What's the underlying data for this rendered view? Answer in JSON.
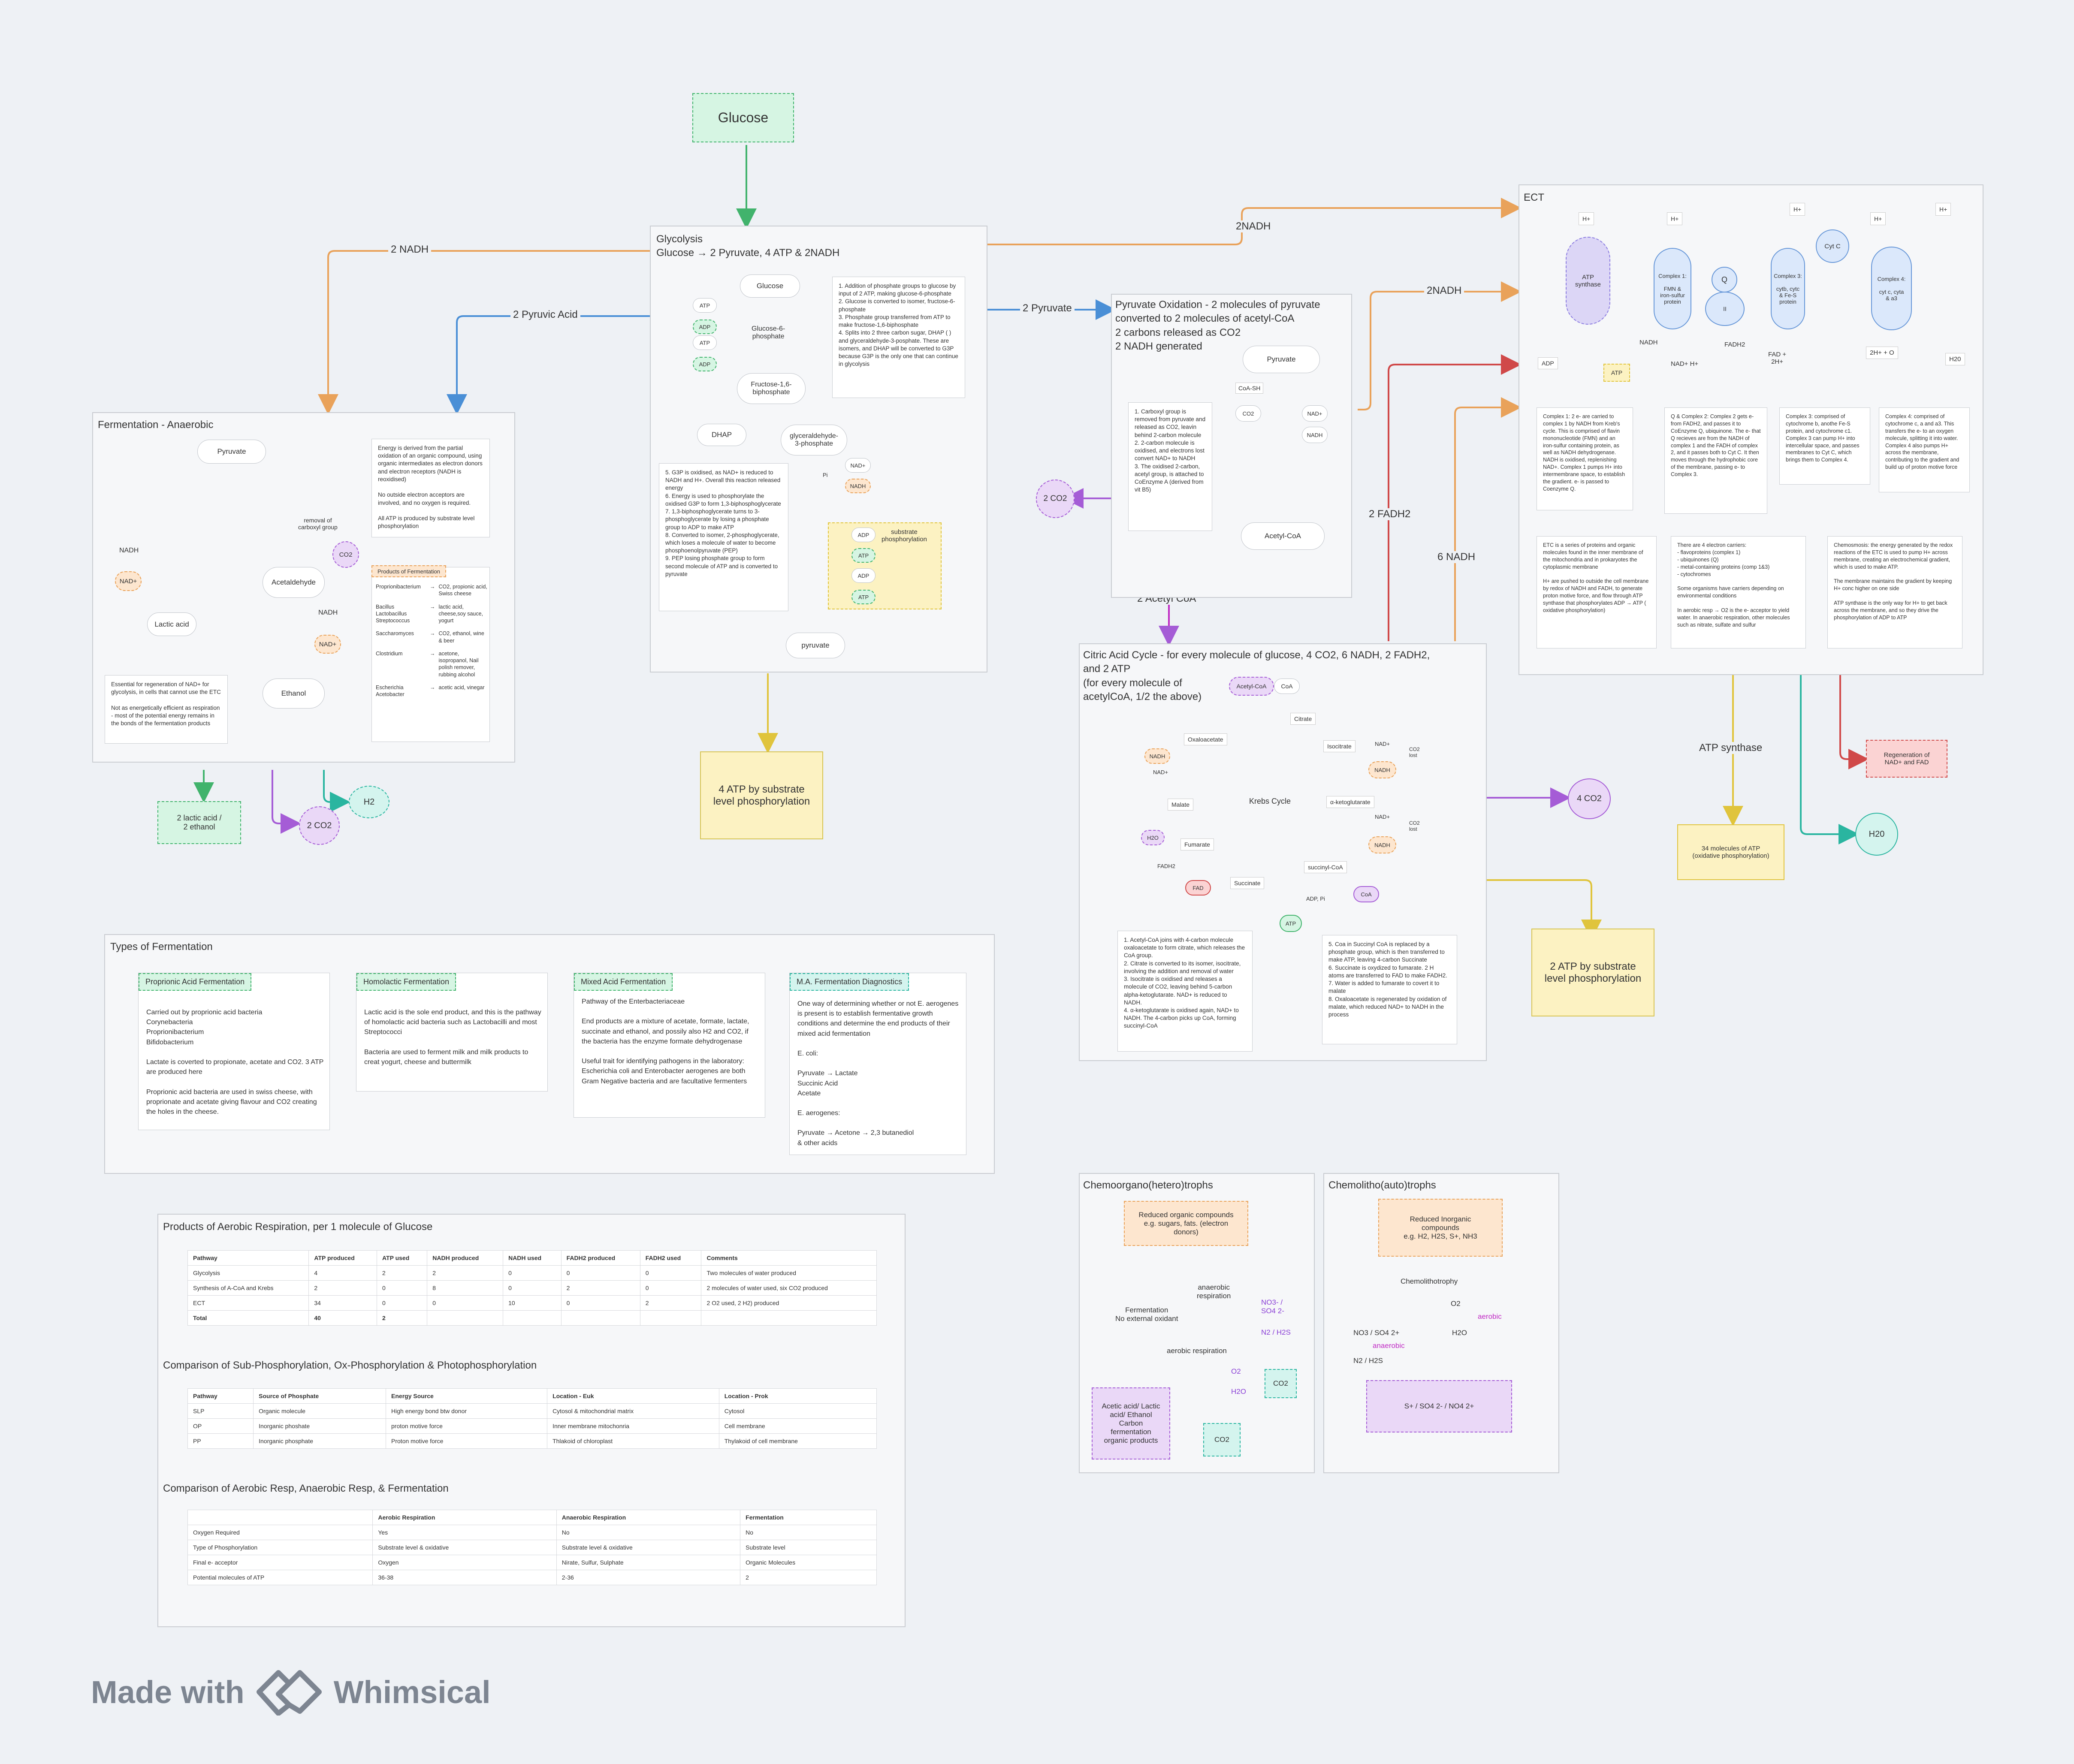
{
  "glucose": "Glucose",
  "edges": {
    "nadh_left": "2 NADH",
    "pyruvic_acid": "2 Pyruvic Acid",
    "pyruvate": "2 Pyruvate",
    "nadh_top": "2NADH",
    "nadh_right": "2NADH",
    "acetyl_coa": "2 Acetyl CoA",
    "fadh2": "2 FADH2",
    "nadh6": "6 NADH",
    "atp_synthase": "ATP synthase"
  },
  "glycolysis": {
    "title": "Glycolysis\nGlucose → 2 Pyruvate, 4 ATP & 2NADH",
    "nodes": {
      "glucose": "Glucose",
      "g6p": "Glucose-6-\nphosphate",
      "f16bp": "Fructose-1,6-\nbiphosphate",
      "dhap": "DHAP",
      "g3p": "glyceraldehyde-\n3-phosphate",
      "pyruvate": "pyruvate",
      "atp": "ATP",
      "adp": "ADP",
      "nad": "NAD+",
      "nadh": "NADH",
      "pi": "Pi",
      "substrate": "substrate\nphosphorylation"
    },
    "note1": "1. Addition of phosphate groups to glucose by input of 2 ATP, making glucose-6-phosphate\n2. Glucose is converted to isomer, fructose-6-phosphate\n3. Phosphate group transferred from ATP to make fructose-1,6-biphosphate\n4. Splits into 2 three carbon sugar, DHAP ( ) and glyceraldehyde-3-posphate. These are isomers, and DHAP will be converted to G3P because G3P is the only one that can continue in glycolysis",
    "note2": "5. G3P is oxidised, as NAD+ is reduced to NADH and H+. Overall this reaction released energy\n6. Energy is used to phosphorylate the oxidised G3P to form 1,3-biphosphoglycerate\n7. 1,3-biphosphoglycerate turns to 3-phosphoglycerate by losing a phosphate group to ADP to make ATP\n8. Converted to isomer, 2-phosphoglycerate, which loses a molecule of water to become phosphoenolpyruvate (PEP)\n9. PEP losing phosphate group to form second molecule of ATP and is converted to pyruvate"
  },
  "glycolysis_out": "4 ATP by substrate\nlevel phosphorylation",
  "fermentation": {
    "title": "Fermentation - Anaerobic",
    "pyruvate": "Pyruvate",
    "nadh": "NADH",
    "nad": "NAD+",
    "lactic": "Lactic acid",
    "acetaldehyde": "Acetaldehyde",
    "removal": "removal of\ncarboxyl group",
    "co2": "CO2",
    "ethanol": "Ethanol",
    "note_energy": "Energy is derived from the partial oxidation of an organic compound, using organic intermediates as electron donors and electron receptors (NADH is reoxidised)\n\nNo outside electron acceptors are involved, and no oxygen is required.\n\nAll ATP is produced by substrate level phosphorylation",
    "note_essential": "Essential for regeneration of NAD+ for glycolysis, in cells that cannot use the ETC\n\nNot as energetically efficient as respiration - most of the potential energy remains in the bonds of the fermentation products",
    "products_title": "Products of Fermentation",
    "products": [
      {
        "org": "Proprionibacterium",
        "prod": "CO2, propionic acid, Swiss cheese"
      },
      {
        "org": "Bacillus\nLactobacillus\nStreptococcus",
        "prod": "lactic acid, cheese,soy sauce, yogurt"
      },
      {
        "org": "Saccharomyces",
        "prod": "CO2, ethanol, wine & beer"
      },
      {
        "org": "Clostridium",
        "prod": "acetone, isopropanol, Nail polish remover, rubbing alcohol"
      },
      {
        "org": "Escherichia\nAcetobacter",
        "prod": "acetic acid, vinegar"
      }
    ],
    "out_lactic": "2 lactic acid /\n2 ethanol",
    "out_co2": "2 CO2",
    "out_h2": "H2"
  },
  "pyruvate_ox": {
    "title": "Pyruvate Oxidation - 2 molecules of pyruvate\nconverted to 2 molecules of acetyl-CoA\n2 carbons released as CO2\n2 NADH generated",
    "pyruvate": "Pyruvate",
    "coa_sh": "CoA-SH",
    "co2": "CO2",
    "nad": "NAD+",
    "nadh": "NADH",
    "acetyl": "Acetyl-CoA",
    "note": "1.  Carboxyl group is removed from pyruvate and released as CO2, leavin behind 2-carbon molecule\n2. 2-carbon molecule is oxidised, and electrons lost convert NAD+ to NADH\n3.  The oxidised 2-carbon, acetyl group, is attached to CoEnzyme A (derived from vit B5)",
    "out_co2": "2 CO2"
  },
  "krebs": {
    "title": "Citric Acid Cycle - for every molecule of glucose, 4 CO2, 6 NADH, 2 FADH2,\nand 2 ATP\n(for every molecule of\nacetylCoA, 1/2 the above)",
    "center": "Krebs Cycle",
    "nodes": {
      "acetyl": "Acetyl-CoA",
      "coa": "CoA",
      "citrate": "Citrate",
      "isocitrate": "Isocitrate",
      "akg": "α-ketoglutarate",
      "succoa": "succinyl-CoA",
      "succinate": "Succinate",
      "fumarate": "Fumarate",
      "malate": "Malate",
      "oxaloacetate": "Oxaloacetate",
      "nadh": "NADH",
      "nad": "NAD+",
      "co2lost": "CO2\nlost",
      "fadh2": "FADH2",
      "fad": "FAD",
      "h2o": "H2O",
      "adp": "ADP, Pi",
      "atp": "ATP",
      "coa2": "CoA"
    },
    "note1": "1. Acetyl-CoA joins with 4-carbon molecule oxaloacetate to form citrate, which releases the CoA group.\n2. Citrate is converted to its isomer, isocitrate, involving the addition and removal of water\n3. Isocitrate is oxidised and releases a molecule of CO2, leaving behind 5-carbon alpha-ketoglutarate. NAD+ is reduced to NADH.\n4. α-ketoglutarate is oxidised again, NAD+ to NADH. The 4-carbon picks up CoA, forming succinyl-CoA",
    "note2": "5. Coa in Succinyl CoA is replaced by a phosphate group, which is then transferred to make ATP, leaving 4-carbon Succinate\n6.  Succinate is oxydized to fumarate. 2 H atoms are transferred to FAD to make FADH2.\n7. Water is added to fumarate to covert it to malate\n8. Oxaloacetate is regenerated by oxidation of malate, which reduced NAD+ to NADH in the process",
    "out_co2": "4 CO2",
    "out_atp": "2 ATP by substrate\nlevel phosphorylation"
  },
  "etc": {
    "title": "ECT",
    "hplus": "H+",
    "atp_synthase": "ATP\nsynthase",
    "adp": "ADP",
    "atp": "ATP",
    "complex1": "Complex 1:\n\nFMN &\niron-sulfur\nprotein",
    "q": "Q",
    "ii": "II",
    "complex3": "Complex 3:\n\ncytb, cytc\n& Fe-S\nprotein",
    "cytc": "Cyt C",
    "complex4": "Complex 4:\n\ncyt c, cyta\n&   a3",
    "nadh": "NADH",
    "nad_h": "NAD+    H+",
    "fadh2": "FADH2",
    "fad": "FAD +\n2H+",
    "o2": "2H+ + O",
    "h2o": "H20",
    "notes": [
      "Complex 1:  2 e- are carried to complex 1 by NADH from Kreb's cycle. This is comprised of flavin mononucleotide (FMN) and an iron-sulfur containing protein, as well as NADH dehydrogenase. NADH is oxidised, replenishing NAD+. Complex 1 pumps H+ into intermembrane space, to establish the gradient. e- is passed to Coenzyme Q.",
      "Q & Complex 2: Complex 2 gets e- from FADH2, and passes it to CoEnzyme Q,  ubiquinone. The e- that Q recieves are from the NADH of complex 1 and the FADH of complex 2, and it passes both to Cyt C. It then moves through the hydrophobic core of the membrane, passing e- to Complex 3.",
      "Complex 3: comprised of cytochrome b, anothe Fe-S protein, and cytochrome c1. Complex 3 can pump H+ into intercellular space, and passes membranes to Cyt C, which brings them to Complex 4.",
      "Complex 4: comprised of cytochrome c, a and a3. This transfers the e- to an oxygen molecule, splitting it into water. Complex 4 also pumps H+ across the membrane, contributing to the gradient and build up of proton motive force"
    ],
    "notes2": [
      "ETC is a series of proteins and organic molecules found in the inner membrane of the mitochondria and in prokaryotes the cytoplasmic membrane\n\nH+ are pushed to outside the cell membrane by redox of NADH and FADH, to generate proton motive force, and flow through ATP synthase that phosphorylates ADP → ATP ( oxidative phosphorylation)",
      "There are 4 electron carriers:\n- flavoproteins (complex 1)\n- ubiquinones (Q)\n- metal-containing proteins (comp 1&3)\n- cytochromes\n\nSome organisms have carriers depending on environmental conditions\n\nIn aerobic resp → O2 is the e- acceptor to yield water. In anaerobic respiration, other molecules such as nitrate, sulfate and sulfur",
      "Chemosmosis: the energy generated by the redox reactions of the ETC is used to pump H+ across membrane, creating an electrochemical gradient, which is used to make ATP.\n\nThe membrane maintains the gradient by keeping H+ conc higher on one side\n\nATP synthase is the only way for H+ to get back across the membrane, and so they drive the phosphorylation of ADP to ATP"
    ],
    "out_atp": "34 molecules of ATP\n(oxidative phosphorylation)",
    "out_h2o": "H20",
    "out_regen": "Regeneration of\nNAD+ and FAD"
  },
  "types": {
    "title": "Types of Fermentation",
    "cards": [
      {
        "hdr": "Proprionic Acid Fermentation",
        "body": "Carried out by proprionic acid bacteria\n  Corynebacteria\n  Proprionibacterium\n  Bifidobacterium\n\nLactate is coverted to propionate, acetate and CO2. 3 ATP are produced here\n\nProprionic acid bacteria  are used in swiss cheese, with proprionate and acetate giving flavour and CO2 creating the holes in the cheese."
      },
      {
        "hdr": "Homolactic Fermentation",
        "body": "Lactic acid is the sole end product, and this is the pathway of homolactic acid bacteria such as Lactobacilli and most Streptococci\n\nBacteria are used to ferment milk and milk products to creat yogurt, cheese and buttermilk"
      },
      {
        "hdr": "Mixed Acid Fermentation",
        "body": "Pathway of the Enterbacteriaceae\n\nEnd products are a mixture of acetate, formate, lactate, succinate and ethanol, and possily also H2 and CO2, if the bacteria has the enzyme formate dehydrogenase\n\nUseful trait for identifying pathogens in the laboratory: Escherichia coli and Enterobacter aerogenes are both Gram Negative bacteria and are facultative fermenters"
      },
      {
        "hdr": "M.A. Fermentation Diagnostics",
        "body": "One way of determining whether or not E. aerogenes is present is to establish fermentative growth conditions and determine the end products of their mixed acid fermentation\n\nE. coli:\n\n   Pyruvate    →    Lactate\n                           Succinic Acid\n                           Acetate\n\nE. aerogenes:\n\n   Pyruvate  →  Acetone  →  2,3 butanediol\n                                          & other acids"
      }
    ]
  },
  "tables": {
    "t1": {
      "title": "Products of Aerobic Respiration, per 1 molecule of Glucose",
      "header": [
        "Pathway",
        "ATP produced",
        "ATP used",
        "NADH produced",
        "NADH used",
        "FADH2 produced",
        "FADH2 used",
        "Comments"
      ],
      "rows": [
        [
          "Glycolysis",
          "4",
          "2",
          "2",
          "0",
          "0",
          "0",
          "Two molecules of water produced"
        ],
        [
          "Synthesis of A-CoA and Krebs",
          "2",
          "0",
          "8",
          "0",
          "2",
          "0",
          "2 molecules of water used, six CO2 produced"
        ],
        [
          "ECT",
          "34",
          "0",
          "0",
          "10",
          "0",
          "2",
          "2 O2 used, 2 H2) produced"
        ],
        [
          "Total",
          "40",
          "2",
          "",
          "",
          "",
          "",
          ""
        ]
      ]
    },
    "t2": {
      "title": "Comparison of Sub-Phosphorylation, Ox-Phosphorylation & Photophosphorylation",
      "header": [
        "Pathway",
        "Source of Phosphate",
        "Energy Source",
        "Location - Euk",
        "Location - Prok"
      ],
      "rows": [
        [
          "SLP",
          "Organic molecule",
          "High energy bond btw donor",
          "Cytosol & mitochondrial matrix",
          "Cytosol"
        ],
        [
          "OP",
          "Inorganic phoshate",
          "proton motive force",
          "Inner membrane mitochonria",
          "Cell membrane"
        ],
        [
          "PP",
          "Inorganic phosphate",
          "Proton motive force",
          "Thlakoid of chloroplast",
          "Thylakoid of cell membrane"
        ]
      ]
    },
    "t3": {
      "title": "Comparison of Aerobic Resp, Anaerobic Resp, & Fermentation",
      "header": [
        "",
        "Aerobic Respiration",
        "Anaerobic Respiration",
        "Fermentation"
      ],
      "rows": [
        [
          "Oxygen Required",
          "Yes",
          "No",
          "No"
        ],
        [
          "Type of Phosphorylation",
          "Substrate level & oxidative",
          "Substrate level & oxidative",
          "Substrate level"
        ],
        [
          "Final e- acceptor",
          "Oxygen",
          "Nirate, Sulfur, Sulphate",
          "Organic Molecules"
        ],
        [
          "Potential molecules of ATP",
          "36-38",
          "2-36",
          "2"
        ]
      ]
    }
  },
  "chemoorg": {
    "title": "Chemoorgano(hetero)trophs",
    "reduced": "Reduced organic compounds\ne.g. sugars, fats. (electron\ndonors)",
    "fermentation": "Fermentation\nNo external oxidant",
    "anaerobic": "anaerobic\nrespiration",
    "aerobic": "aerobic respiration",
    "no3": "NO3- /\nSO4 2-",
    "n2": "N2 / H2S",
    "o2": "O2",
    "h2o": "H2O",
    "co2a": "CO2",
    "co2b": "CO2",
    "products": "Acetic acid/ Lactic\nacid/ Ethanol\nCarbon\nfermentation\norganic products"
  },
  "chemolith": {
    "title": "Chemolitho(auto)trophs",
    "reduced": "Reduced Inorganic\ncompounds\ne.g. H2, H2S, S+, NH3",
    "chemo": "Chemolithotrophy",
    "o2": "O2",
    "aerobic": "aerobic",
    "h2o": "H2O",
    "no3": "NO3 / SO4 2+",
    "anaerobic": "anaerobic",
    "n2": "N2 / H2S",
    "out": "S+ / SO4 2- / NO4 2+"
  },
  "brand": {
    "made": "Made with",
    "name": "Whimsical"
  },
  "colors": {
    "green": "#41b36c",
    "orange": "#e9a25a",
    "blue": "#4a8fd6",
    "purple": "#a55cd6",
    "red": "#d04949",
    "teal": "#2ab5a0",
    "yellow": "#e0c43c"
  }
}
